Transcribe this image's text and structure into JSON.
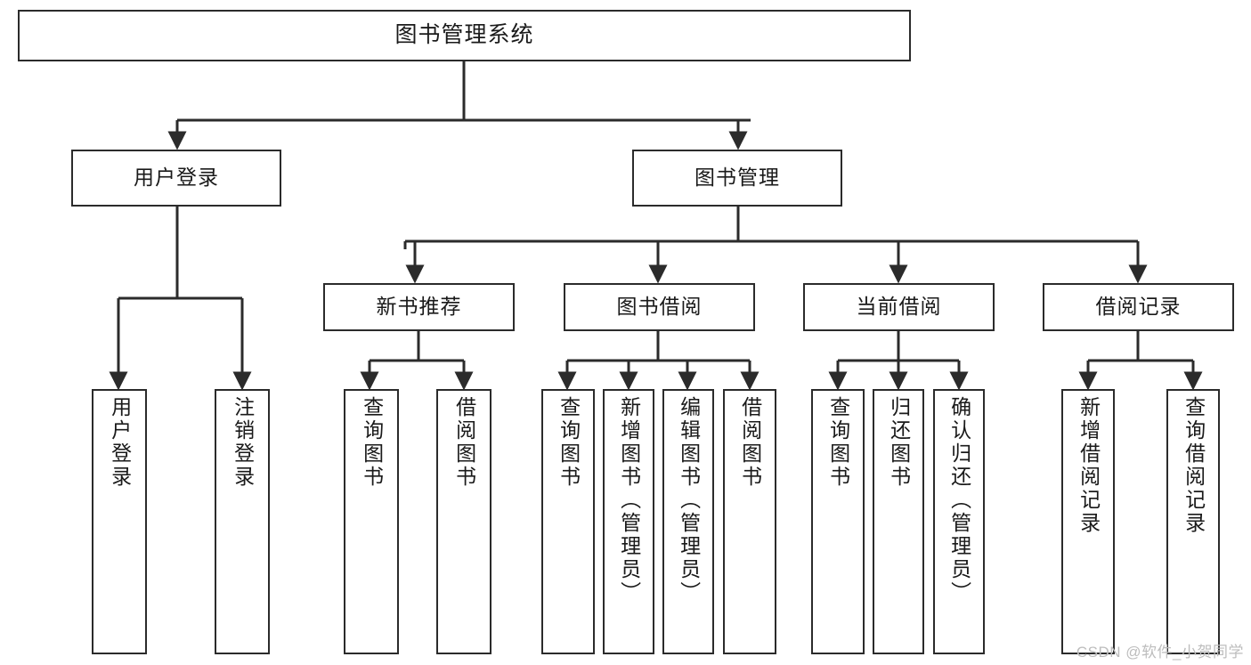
{
  "diagram": {
    "title": "图书管理系统",
    "watermark": "CSDN @软件_小贺同学",
    "line_color": "#2b2b2b",
    "text_color": "#1a1a1a",
    "background": "#ffffff",
    "watermark_color": "#bdbdbd",
    "nodes": {
      "root": "图书管理系统",
      "level2": [
        "用户登录",
        "图书管理"
      ],
      "level3": [
        "新书推荐",
        "图书借阅",
        "当前借阅",
        "借阅记录"
      ],
      "leaves_user_login": [
        "用户登录",
        "注销登录"
      ],
      "leaves_new_book": [
        "查询图书",
        "借阅图书"
      ],
      "leaves_borrow": [
        "查询图书",
        "新增图书（管理员）",
        "编辑图书（管理员）",
        "借阅图书"
      ],
      "leaves_current": [
        "查询图书",
        "归还图书",
        "确认归还（管理员）"
      ],
      "leaves_records": [
        "新增借阅记录",
        "查询借阅记录"
      ]
    }
  }
}
